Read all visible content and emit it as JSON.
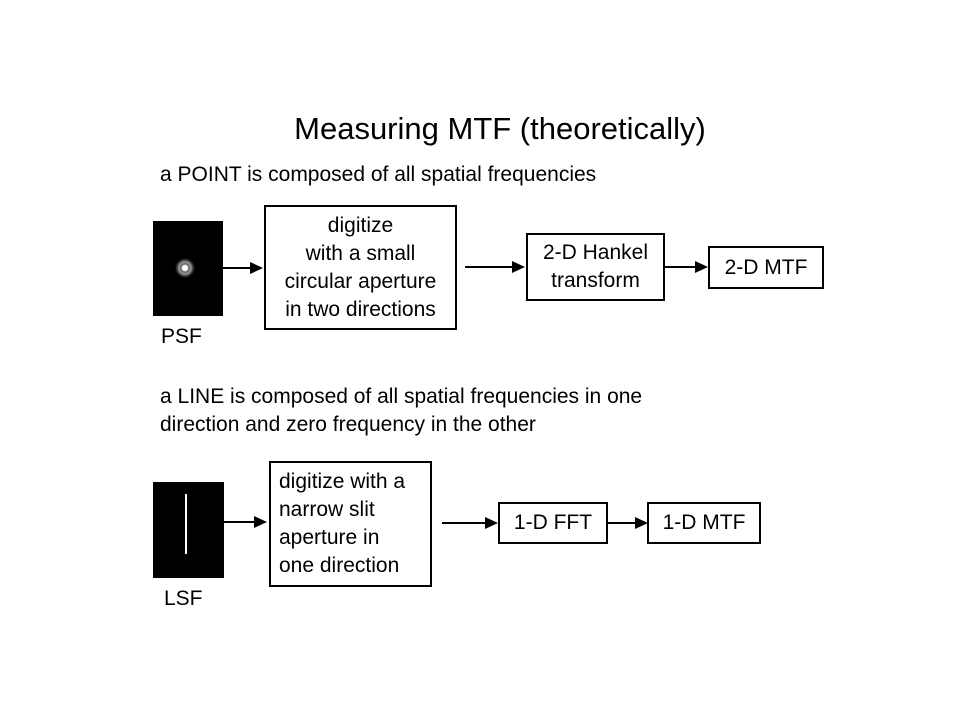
{
  "title": "Measuring MTF (theoretically)",
  "point": {
    "heading": "a POINT is composed of all spatial frequencies",
    "image_label": "PSF",
    "box1": "digitize\nwith a small\ncircular aperture\nin two directions",
    "box2": "2-D Hankel\ntransform",
    "box3": "2-D MTF"
  },
  "line": {
    "heading_line1": "a LINE is composed of all spatial frequencies in one",
    "heading_line2": "direction and zero frequency in the other",
    "image_label": "LSF",
    "box1": "digitize with a\nnarrow slit\naperture in\none direction",
    "box2": "1-D FFT",
    "box3": "1-D MTF"
  }
}
